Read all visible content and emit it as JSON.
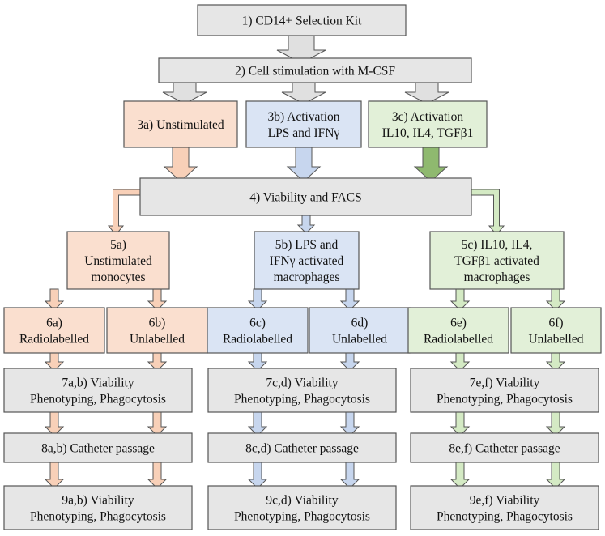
{
  "colors": {
    "gray": "#e6e6e6",
    "orange": "#fadfcf",
    "blue": "#dae4f4",
    "green": "#e2f0d8",
    "border": "#555555",
    "orange_arrow": "#f8d0b8",
    "blue_arrow": "#c7d6ee",
    "green_arrow": "#d4eac4"
  },
  "boxes": [
    {
      "id": "b1",
      "lines": [
        "1) CD14+ Selection Kit"
      ]
    },
    {
      "id": "b2",
      "lines": [
        "2) Cell stimulation with M-CSF"
      ]
    },
    {
      "id": "b3a",
      "lines": [
        "3a) Unstimulated"
      ]
    },
    {
      "id": "b3b",
      "lines": [
        "3b) Activation",
        "LPS and IFNγ"
      ]
    },
    {
      "id": "b3c",
      "lines": [
        "3c) Activation",
        "IL10, IL4, TGFβ1"
      ]
    },
    {
      "id": "b4",
      "lines": [
        "4) Viability and FACS"
      ]
    },
    {
      "id": "b5a",
      "lines": [
        "5a)",
        "Unstimulated",
        "monocytes"
      ]
    },
    {
      "id": "b5b",
      "lines": [
        "5b) LPS and",
        "IFNγ activated",
        "macrophages"
      ]
    },
    {
      "id": "b5c",
      "lines": [
        "5c) IL10, IL4,",
        "TGFβ1 activated",
        "macrophages"
      ]
    },
    {
      "id": "b6a",
      "lines": [
        "6a)",
        "Radiolabelled"
      ]
    },
    {
      "id": "b6b",
      "lines": [
        "6b)",
        "Unlabelled"
      ]
    },
    {
      "id": "b6c",
      "lines": [
        "6c)",
        "Radiolabelled"
      ]
    },
    {
      "id": "b6d",
      "lines": [
        "6d)",
        "Unlabelled"
      ]
    },
    {
      "id": "b6e",
      "lines": [
        "6e)",
        "Radiolabelled"
      ]
    },
    {
      "id": "b6f",
      "lines": [
        "6f)",
        "Unlabelled"
      ]
    },
    {
      "id": "b7ab",
      "lines": [
        "7a,b) Viability",
        "Phenotyping, Phagocytosis"
      ]
    },
    {
      "id": "b7cd",
      "lines": [
        "7c,d) Viability",
        "Phenotyping, Phagocytosis"
      ]
    },
    {
      "id": "b7ef",
      "lines": [
        "7e,f) Viability",
        "Phenotyping, Phagocytosis"
      ]
    },
    {
      "id": "b8ab",
      "lines": [
        "8a,b) Catheter passage"
      ]
    },
    {
      "id": "b8cd",
      "lines": [
        "8c,d) Catheter passage"
      ]
    },
    {
      "id": "b8ef",
      "lines": [
        "8e,f) Catheter passage"
      ]
    },
    {
      "id": "b9ab",
      "lines": [
        "9a,b) Viability",
        "Phenotyping, Phagocytosis"
      ]
    },
    {
      "id": "b9cd",
      "lines": [
        "9c,d) Viability",
        "Phenotyping, Phagocytosis"
      ]
    },
    {
      "id": "b9ef",
      "lines": [
        "9e,f) Viability",
        "Phenotyping, Phagocytosis"
      ]
    }
  ]
}
